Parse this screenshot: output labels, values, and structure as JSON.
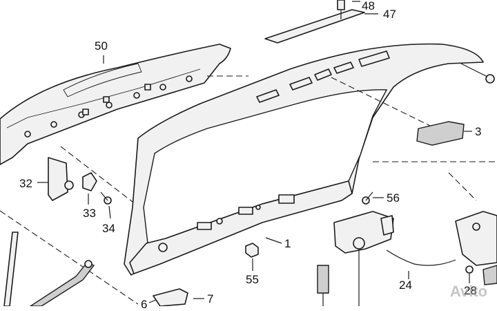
{
  "callouts": {
    "c47": "47",
    "c50": "50",
    "c3": "3",
    "c32": "32",
    "c33": "33",
    "c34": "34",
    "c56": "56",
    "c1": "1",
    "c55": "55",
    "c24": "24",
    "c28": "28",
    "c7": "7",
    "c6": "6",
    "c48_partial": "48"
  },
  "watermark": "Avito"
}
